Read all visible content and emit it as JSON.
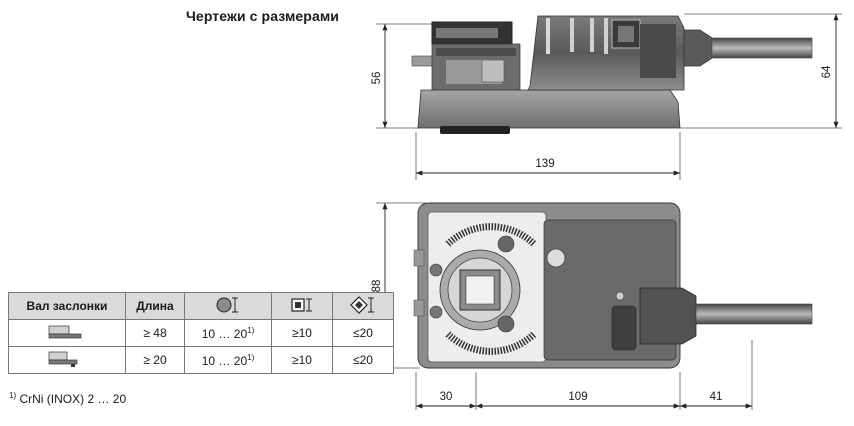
{
  "heading": "Чертежи с размерами",
  "dimensions": {
    "side_height": "56",
    "side_total_height": "64",
    "side_length": "139",
    "top_height": "88",
    "top_left": "30",
    "top_middle": "109",
    "top_right": "41"
  },
  "table": {
    "headers": [
      "Вал заслонки",
      "Длина"
    ],
    "icon_headers": [
      "round-shaft-icon",
      "square-shaft-icon",
      "diamond-shaft-icon"
    ],
    "rows": [
      {
        "shaft_icon": "short-shaft-icon",
        "length": "≥ 48",
        "round": "10 … 20",
        "round_sup": "1)",
        "square": "≥10",
        "diamond": "≤20"
      },
      {
        "shaft_icon": "long-shaft-icon",
        "length": "≥ 20",
        "round": "10 … 20",
        "round_sup": "1)",
        "square": "≥10",
        "diamond": "≤20"
      }
    ]
  },
  "footnote": {
    "marker": "1)",
    "text": "CrNi (INOX) 2 … 20"
  }
}
